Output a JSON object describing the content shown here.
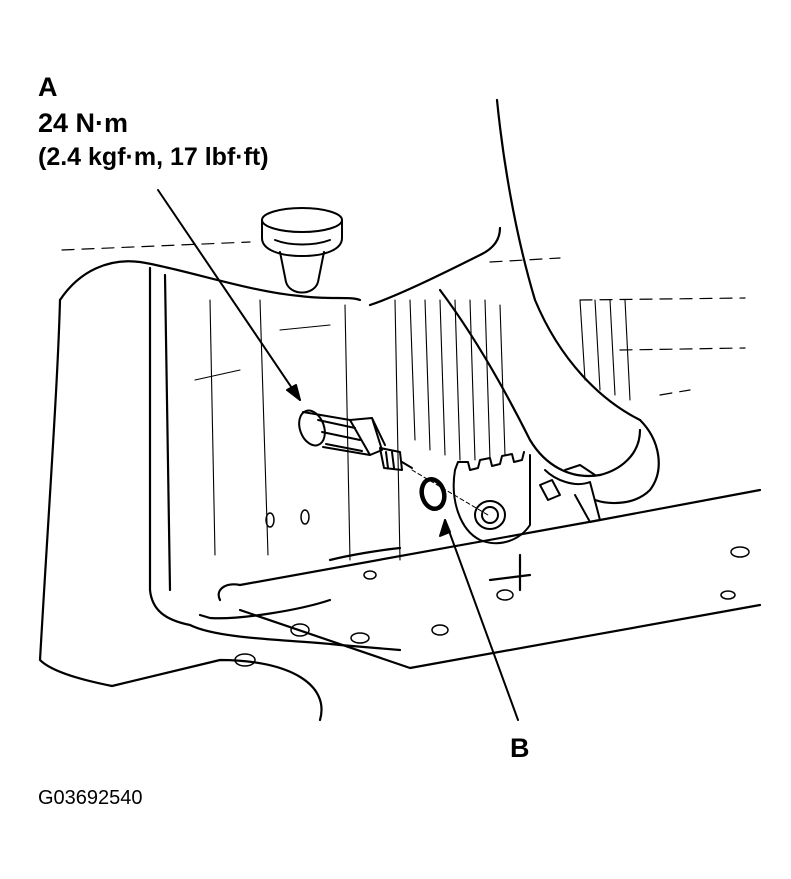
{
  "callouts": {
    "a": {
      "letter": "A",
      "torque": "24 N·m",
      "torque_alt": "(2.4 kgf·m, 17 lbf·ft)"
    },
    "b": {
      "letter": "B"
    }
  },
  "figure_id": "G03692540",
  "colors": {
    "line": "#000000",
    "background": "#ffffff"
  }
}
